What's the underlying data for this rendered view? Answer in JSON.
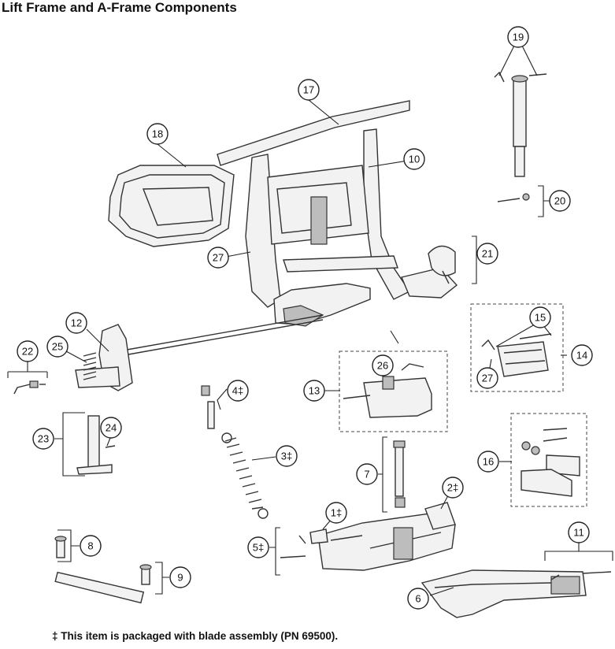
{
  "title": "Lift Frame and A-Frame Components",
  "footnote": "‡ This item is packaged with blade assembly (PN 69500).",
  "callouts": {
    "c1": "1‡",
    "c2": "2‡",
    "c3": "3‡",
    "c4": "4‡",
    "c5": "5‡",
    "c6": "6",
    "c7": "7",
    "c8": "8",
    "c9": "9",
    "c10": "10",
    "c11": "11",
    "c12": "12",
    "c13": "13",
    "c14": "14",
    "c15": "15",
    "c16": "16",
    "c17": "17",
    "c18": "18",
    "c19": "19",
    "c20": "20",
    "c21": "21",
    "c22": "22",
    "c23": "23",
    "c24": "24",
    "c25": "25",
    "c26": "26",
    "c27a": "27",
    "c27b": "27"
  }
}
